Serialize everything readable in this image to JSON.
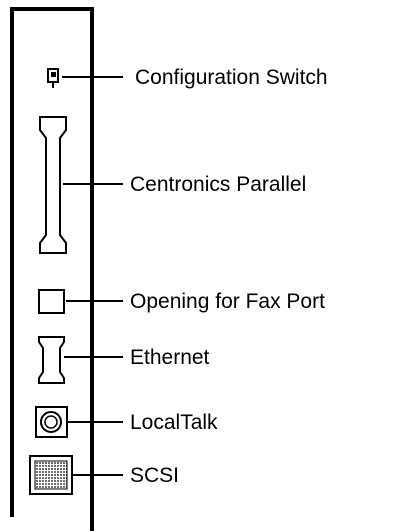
{
  "labels": {
    "configuration_switch": "Configuration Switch",
    "centronics_parallel": "Centronics Parallel",
    "fax_port_opening": "Opening for Fax Port",
    "ethernet": "Ethernet",
    "localtalk": "LocalTalk",
    "scsi": "SCSI"
  },
  "colors": {
    "line": "#000000",
    "background": "#ffffff",
    "grid_fill": "#6f6f6f"
  }
}
